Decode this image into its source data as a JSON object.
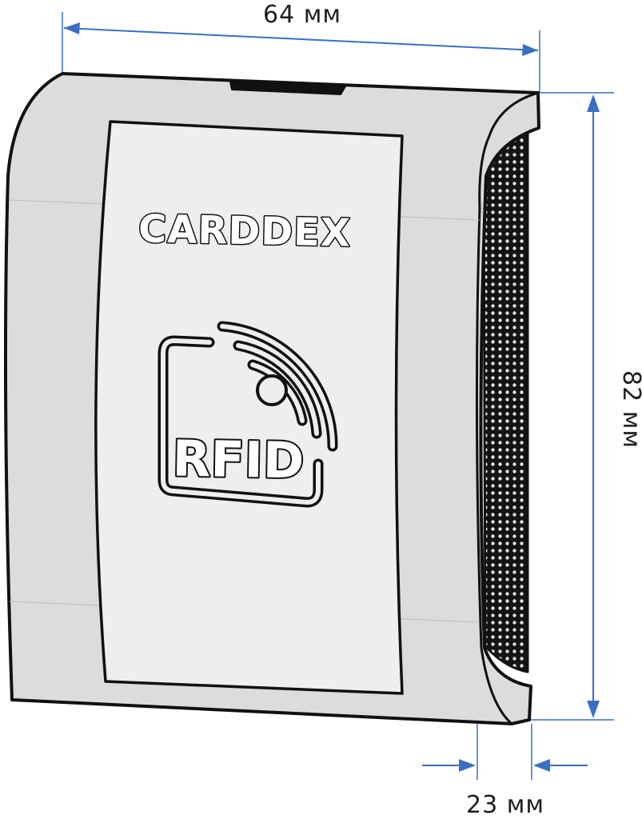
{
  "device": {
    "brand": "CARDDEX",
    "badge": "RFID"
  },
  "dimensions": {
    "width": "64 мм",
    "height": "82 мм",
    "depth": "23 мм"
  },
  "colors": {
    "body": "#dcdcdc",
    "front_panel": "#eeeeee",
    "outline": "#111111",
    "dimension_line": "#3a6fc4",
    "mesh_dot": "#e6e6e6"
  }
}
